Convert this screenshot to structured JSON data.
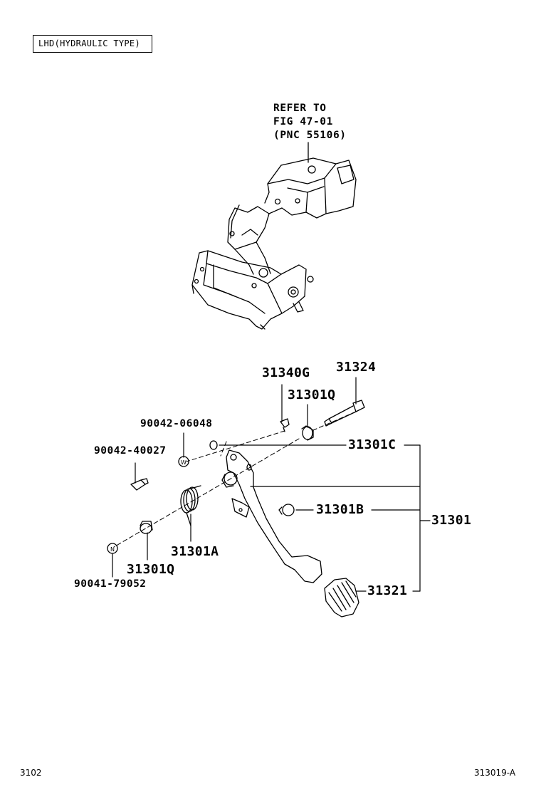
{
  "variant_label": "LHD(HYDRAULIC TYPE)",
  "reference_note": {
    "line1": "REFER TO",
    "line2": "FIG 47-01",
    "line3": "(PNC 55106)"
  },
  "parts": {
    "p31340G": "31340G",
    "p31324": "31324",
    "p31301Q_top": "31301Q",
    "p90042_06048": "90042-06048",
    "p90042_40027": "90042-40027",
    "p31301C": "31301C",
    "p31301B": "31301B",
    "p31301": "31301",
    "p31301A": "31301A",
    "p31301Q_bottom": "31301Q",
    "p90041_79052": "90041-79052",
    "p31321": "31321"
  },
  "washer_marks": {
    "w": "W",
    "n": "N"
  },
  "footer": {
    "page_code": "3102",
    "figure_code": "313019-A"
  }
}
